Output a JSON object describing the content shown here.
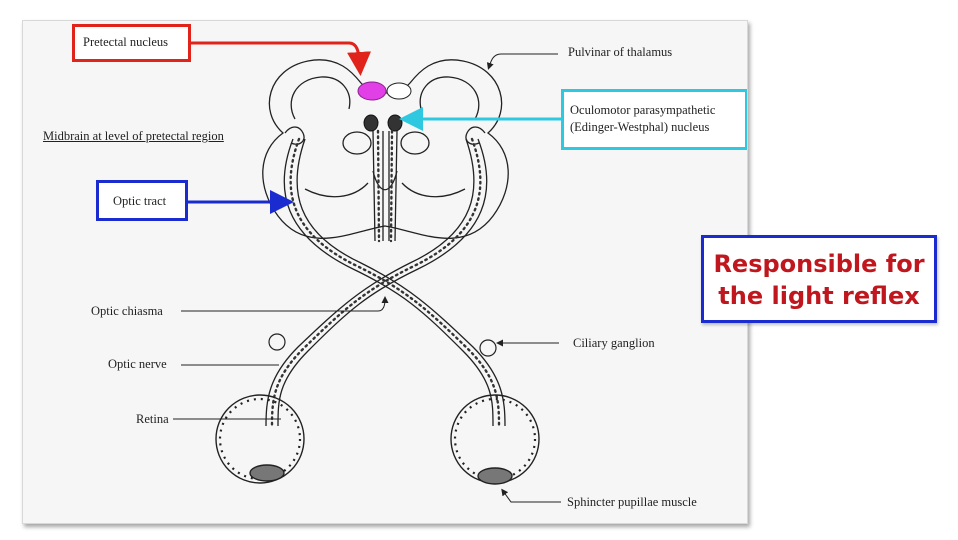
{
  "labels": {
    "pretectal_nucleus": "Pretectal nucleus",
    "pulvinar": "Pulvinar of thalamus",
    "midbrain_title": "Midbrain at level of pretectal region",
    "ew_line1": "Oculomotor parasympathetic",
    "ew_line2": "(Edinger-Westphal) nucleus",
    "optic_tract": "Optic tract",
    "optic_chiasma": "Optic chiasma",
    "optic_nerve": "Optic nerve",
    "retina": "Retina",
    "ciliary_ganglion": "Ciliary ganglion",
    "sphincter": "Sphincter pupillae muscle"
  },
  "callout": {
    "line1": "Responsible for",
    "line2": "the light reflex"
  },
  "colors": {
    "pretectal_arrow": "#e0241b",
    "optic_tract_arrow": "#1a2bd0",
    "ew_arrow": "#2ec9e0",
    "pretectal_highlight": "#e040e6",
    "callout_text": "#c0171e"
  }
}
